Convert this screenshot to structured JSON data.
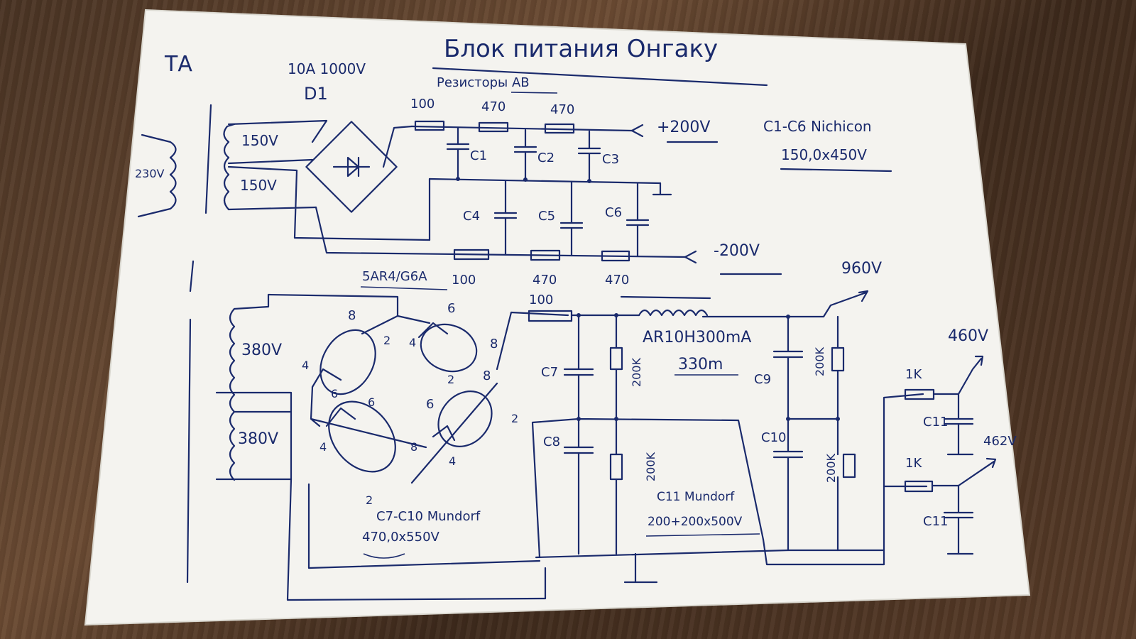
{
  "title": "Блок питания Онгаку",
  "subtitle": "Резисторы АВ",
  "ta_label": "ТА",
  "diode_rating": "10А 1000V",
  "diode_ref": "D1",
  "mains": "230V",
  "windings_low": [
    "150V",
    "150V"
  ],
  "windings_high": [
    "380V",
    "380V"
  ],
  "neg_resistors": [
    "100",
    "470",
    "470"
  ],
  "pos_resistors": [
    "100",
    "470",
    "470"
  ],
  "caps_top": [
    "C1",
    "C2",
    "C3"
  ],
  "caps_mid": [
    "C4",
    "C5",
    "C6"
  ],
  "plus200": "+200V",
  "minus200": "-200V",
  "caps_note_line1": "C1-C6 Nichicon",
  "caps_note_line2": "150,0x450V",
  "tube": "5AR4/G6A",
  "tube_pins": [
    "8",
    "2",
    "6",
    "4",
    "6",
    "8",
    "2",
    "8",
    "4",
    "6",
    "6",
    "8",
    "2",
    "4"
  ],
  "hv_resistor": "100",
  "out_960": "960V",
  "choke": "AR10H300mA",
  "choke_res": "330m",
  "hv_caps": [
    "C7",
    "C8",
    "C9",
    "C10"
  ],
  "bleed": [
    "200K",
    "200K",
    "200K",
    "200K"
  ],
  "c7c10_note_line1": "C7-C10 Mundorf",
  "c7c10_note_line2": "470,0x550V",
  "c11_note_line1": "C11 Mundorf",
  "c11_note_line2": "200+200x500V",
  "filter_r": [
    "1K",
    "1K"
  ],
  "c11": [
    "C11",
    "C11"
  ],
  "out_460": "460V",
  "out_460b": "462V"
}
